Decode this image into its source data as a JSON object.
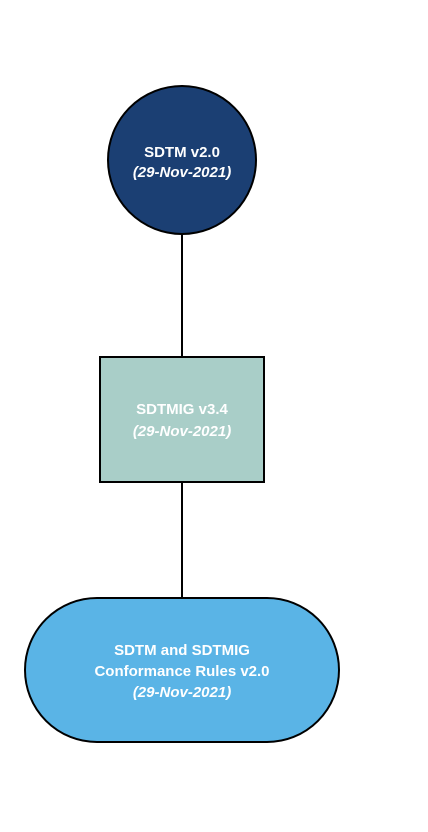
{
  "nodes": {
    "sdtm": {
      "title": "SDTM v2.0",
      "date": "(29-Nov-2021)",
      "fill": "#1b3f73",
      "text_color": "#ffffff"
    },
    "sdtmig": {
      "title": "SDTMIG v3.4",
      "date": "(29-Nov-2021)",
      "fill": "#a9cec8",
      "text_color": "#ffffff"
    },
    "rules": {
      "title_line1": "SDTM and SDTMIG",
      "title_line2": "Conformance Rules v2.0",
      "date": "(29-Nov-2021)",
      "fill": "#5ab4e6",
      "text_color": "#ffffff"
    }
  },
  "edge_color": "#000000"
}
